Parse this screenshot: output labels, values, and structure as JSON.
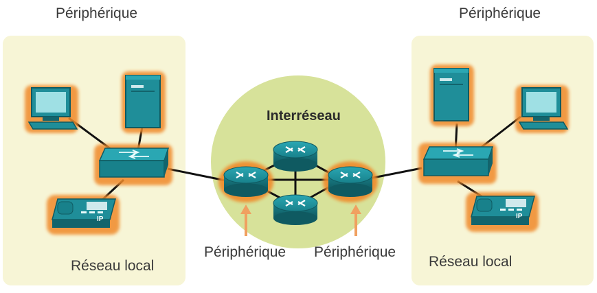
{
  "labels": {
    "left_title": "Périphérique",
    "right_title": "Périphérique",
    "internetwork": "Interréseau",
    "edge_left": "Périphérique",
    "edge_right": "Périphérique",
    "lan_left": "Réseau local",
    "lan_right": "Réseau local"
  },
  "colors": {
    "lan_bg": "#f7f5d6",
    "cloud": "#d7e29a",
    "device_teal": "#1f8e99",
    "device_dark": "#13646c",
    "highlight": "#f08a2c",
    "link": "#111111",
    "arrow": "#f0a060"
  },
  "icons": {
    "pc": "pc-icon",
    "server": "server-icon",
    "switch": "switch-icon",
    "ip_phone": "ip-phone-icon",
    "router": "router-icon"
  },
  "phone_badge": "IP"
}
